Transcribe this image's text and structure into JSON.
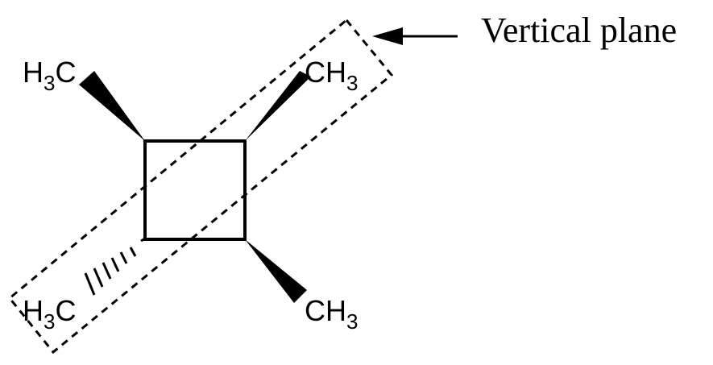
{
  "annotation": {
    "label": "Vertical plane"
  },
  "substituents": {
    "top_left": {
      "element": "H",
      "count": "3",
      "carbon": "C"
    },
    "top_right": {
      "carbon": "C",
      "element": "H",
      "count": "3"
    },
    "bottom_left": {
      "element": "H",
      "count": "3",
      "carbon": "C"
    },
    "bottom_right": {
      "carbon": "C",
      "element": "H",
      "count": "3"
    }
  },
  "colors": {
    "ink": "#000000",
    "background": "#ffffff"
  }
}
